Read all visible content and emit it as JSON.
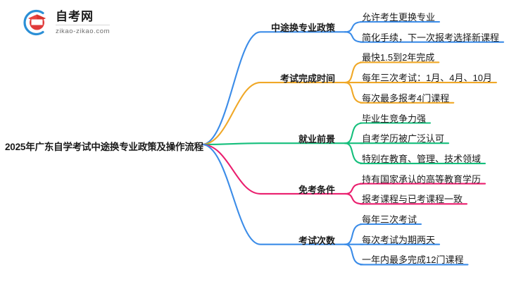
{
  "logo": {
    "mark_icon": "graduation-cap-in-circle-icon",
    "title": "自考网",
    "subtitle": "zikao-zikao.com",
    "circle_color": "#2b8fd6",
    "cap_color": "#e03a3a"
  },
  "mindmap": {
    "root": {
      "label": "2025年广东自学考试中途换专业政策及操作流程"
    },
    "branches": [
      {
        "label": "中途换专业政策",
        "color": "#3b8ce8",
        "children": [
          "允许考生更换专业",
          "简化手续，下一次报考选择新课程"
        ]
      },
      {
        "label": "考试完成时间",
        "color": "#f0a827",
        "children": [
          "最快1.5到2年完成",
          "每年三次考试：1月、4月、10月",
          "每次最多报考4门课程"
        ]
      },
      {
        "label": "就业前景",
        "color": "#15bf7c",
        "children": [
          "毕业生竞争力强",
          "自考学历被广泛认可",
          "特别在教育、管理、技术领域"
        ]
      },
      {
        "label": "免考条件",
        "color": "#ea1e6e",
        "children": [
          "持有国家承认的高等教育学历",
          "报考课程与已考课程一致"
        ]
      },
      {
        "label": "考试次数",
        "color": "#3b8ce8",
        "children": [
          "每年三次考试",
          "每次考试为期两天",
          "一年内最多完成12门课程"
        ]
      }
    ]
  }
}
